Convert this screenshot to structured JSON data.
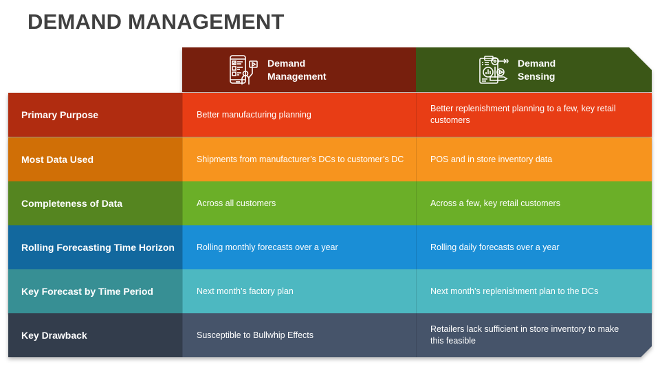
{
  "title": "DEMAND MANAGEMENT",
  "columns": [
    {
      "label_line1": "Demand",
      "label_line2": "Management",
      "icon": "mobile-checklist-presenter-icon",
      "color": "#771F0D"
    },
    {
      "label_line1": "Demand",
      "label_line2": "Sensing",
      "icon": "clipboard-target-analytics-icon",
      "color": "#3B5717"
    }
  ],
  "rows": [
    {
      "label": "Primary Purpose",
      "management": "Better manufacturing planning",
      "sensing": "Better replenishment planning to a few, key retail customers",
      "colors": {
        "label": "#B02C10",
        "cell": "#E83D15"
      }
    },
    {
      "label": "Most Data Used",
      "management": "Shipments from manufacturer’s DCs to customer’s DC",
      "sensing": "POS and in store inventory data",
      "colors": {
        "label": "#D06F06",
        "cell": "#F7941E"
      }
    },
    {
      "label": "Completeness of Data",
      "management": "Across all customers",
      "sensing": "Across a few, key retail customers",
      "colors": {
        "label": "#558520",
        "cell": "#6BAF28"
      }
    },
    {
      "label": "Rolling Forecasting Time Horizon",
      "management": "Rolling monthly forecasts over a year",
      "sensing": "Rolling daily forecasts over a year",
      "colors": {
        "label": "#12689E",
        "cell": "#1A8ED6"
      }
    },
    {
      "label": "Key Forecast by Time Period",
      "management": "Next month’s factory plan",
      "sensing": "Next month’s replenishment plan to the DCs",
      "colors": {
        "label": "#378F94",
        "cell": "#4DB8C1"
      }
    },
    {
      "label": "Key Drawback",
      "management": "Susceptible to Bullwhip Effects",
      "sensing": "Retailers lack sufficient in store inventory to make this feasible",
      "colors": {
        "label": "#333D4C",
        "cell": "#46546A"
      }
    }
  ]
}
